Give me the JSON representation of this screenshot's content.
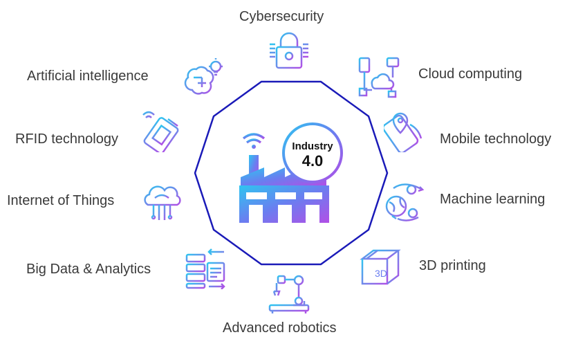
{
  "center": {
    "badge_line1": "Industry",
    "badge_line2": "4.0",
    "icon": "smart-factory-icon"
  },
  "colors": {
    "frame": "#1a1ab8",
    "gradient_start": "#2ec5f0",
    "gradient_mid": "#6a7ef0",
    "gradient_end": "#b14fe6",
    "label_text": "#3a3a3a"
  },
  "technologies": [
    {
      "label": "Cybersecurity",
      "icon": "padlock-icon"
    },
    {
      "label": "Cloud computing",
      "icon": "cloud-network-icon"
    },
    {
      "label": "Mobile technology",
      "icon": "mobile-map-icon"
    },
    {
      "label": "Machine learning",
      "icon": "globe-cycle-icon"
    },
    {
      "label": "3D printing",
      "icon": "3d-box-icon"
    },
    {
      "label": "Advanced robotics",
      "icon": "robotic-arm-icon"
    },
    {
      "label": "Big Data & Analytics",
      "icon": "server-data-icon"
    },
    {
      "label": "Internet of Things",
      "icon": "cloud-circuit-icon"
    },
    {
      "label": "RFID technology",
      "icon": "rfid-card-icon"
    },
    {
      "label": "Artificial intelligence",
      "icon": "brain-bulb-icon"
    }
  ]
}
